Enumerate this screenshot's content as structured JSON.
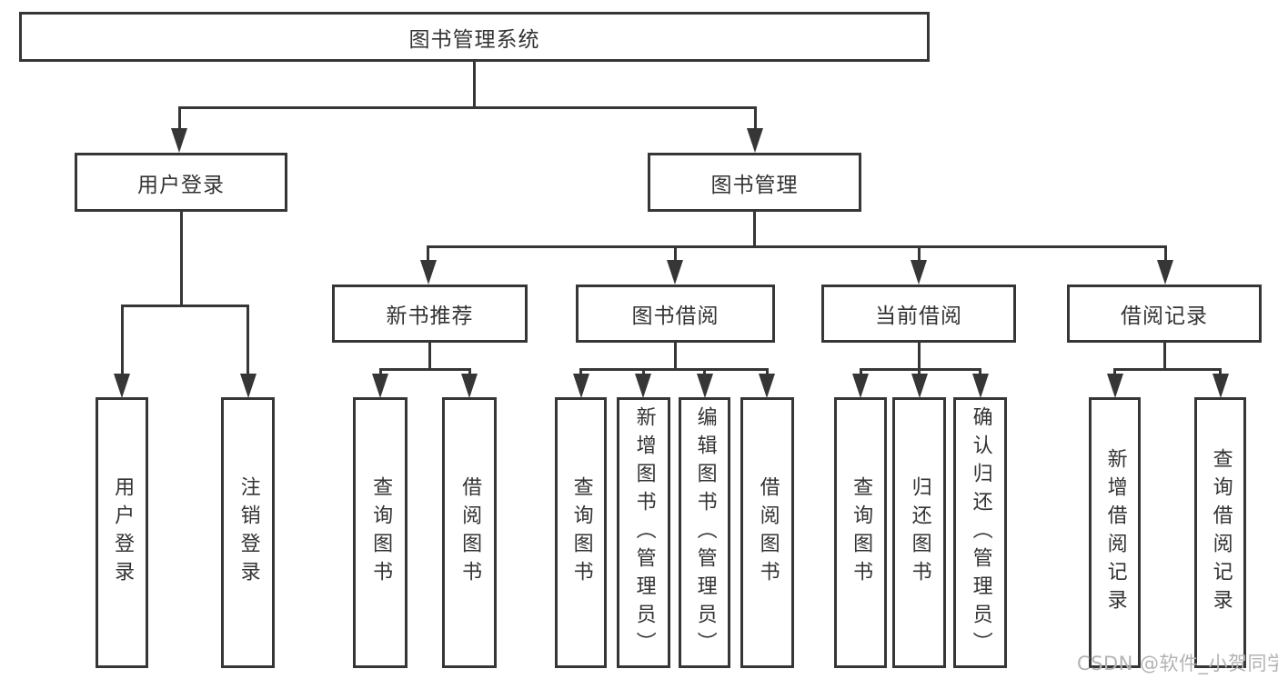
{
  "diagram": {
    "root": "图书管理系统",
    "level2": [
      {
        "label": "用户登录",
        "children": [
          {
            "label": "用户登录"
          },
          {
            "label": "注销登录"
          }
        ]
      },
      {
        "label": "图书管理",
        "children": [
          {
            "label": "新书推荐",
            "children": [
              {
                "label": "查询图书"
              },
              {
                "label": "借阅图书"
              }
            ]
          },
          {
            "label": "图书借阅",
            "children": [
              {
                "label": "查询图书"
              },
              {
                "label": "新增图书（管理员）"
              },
              {
                "label": "编辑图书（管理员）"
              },
              {
                "label": "借阅图书"
              }
            ]
          },
          {
            "label": "当前借阅",
            "children": [
              {
                "label": "查询图书"
              },
              {
                "label": "归还图书"
              },
              {
                "label": "确认归还（管理员）"
              }
            ]
          },
          {
            "label": "借阅记录",
            "children": [
              {
                "label": "新增借阅记录"
              },
              {
                "label": "查询借阅记录"
              }
            ]
          }
        ]
      }
    ]
  },
  "watermark": {
    "text": "CSDN @软件_小贺同学"
  },
  "colors": {
    "line": "#363636",
    "text": "#333333",
    "watermark": "#b3b3b3",
    "background": "#ffffff"
  }
}
